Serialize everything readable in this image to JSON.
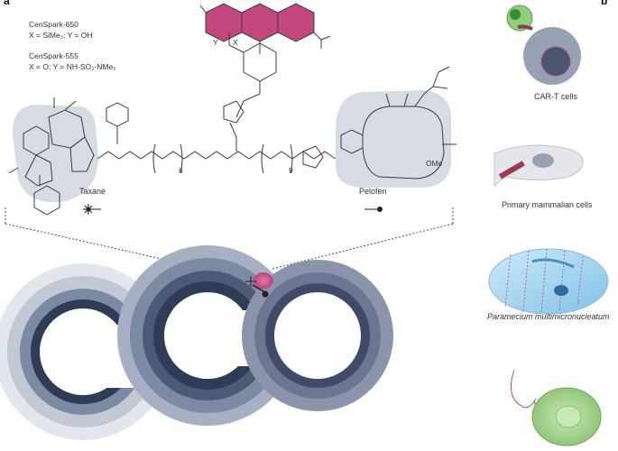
{
  "panels": {
    "a": {
      "letter": "a"
    },
    "b": {
      "letter": "b"
    }
  },
  "compounds": {
    "censpark650": {
      "name": "CenSpark-650",
      "groups": "X = SiMe₂; Y = OH"
    },
    "censpark555": {
      "name": "CenSpark-555",
      "groups": "X = O; Y = NH-SO₂-NMe₂"
    }
  },
  "molecule": {
    "x_label": "X",
    "y_label": "Y",
    "repeat_left": "6",
    "repeat_right": "9",
    "taxane_label": "Taxane",
    "pelofen_label": "Pelofen",
    "ome_label": "OMe"
  },
  "cells": {
    "car_t": "CAR-T cells",
    "primary": "Primary mammalian cells",
    "paramecium": "Paramecium multimicronucleatum"
  },
  "colors": {
    "dye": "#c2477e",
    "highlight": "#d7dbe3",
    "ring_light": "#c3c9d4",
    "ring_mid": "#7d8aa3",
    "ring_dark": "#2f3c57",
    "paramecium": "#a9d8f0",
    "green_cell": "#9ccf85"
  }
}
